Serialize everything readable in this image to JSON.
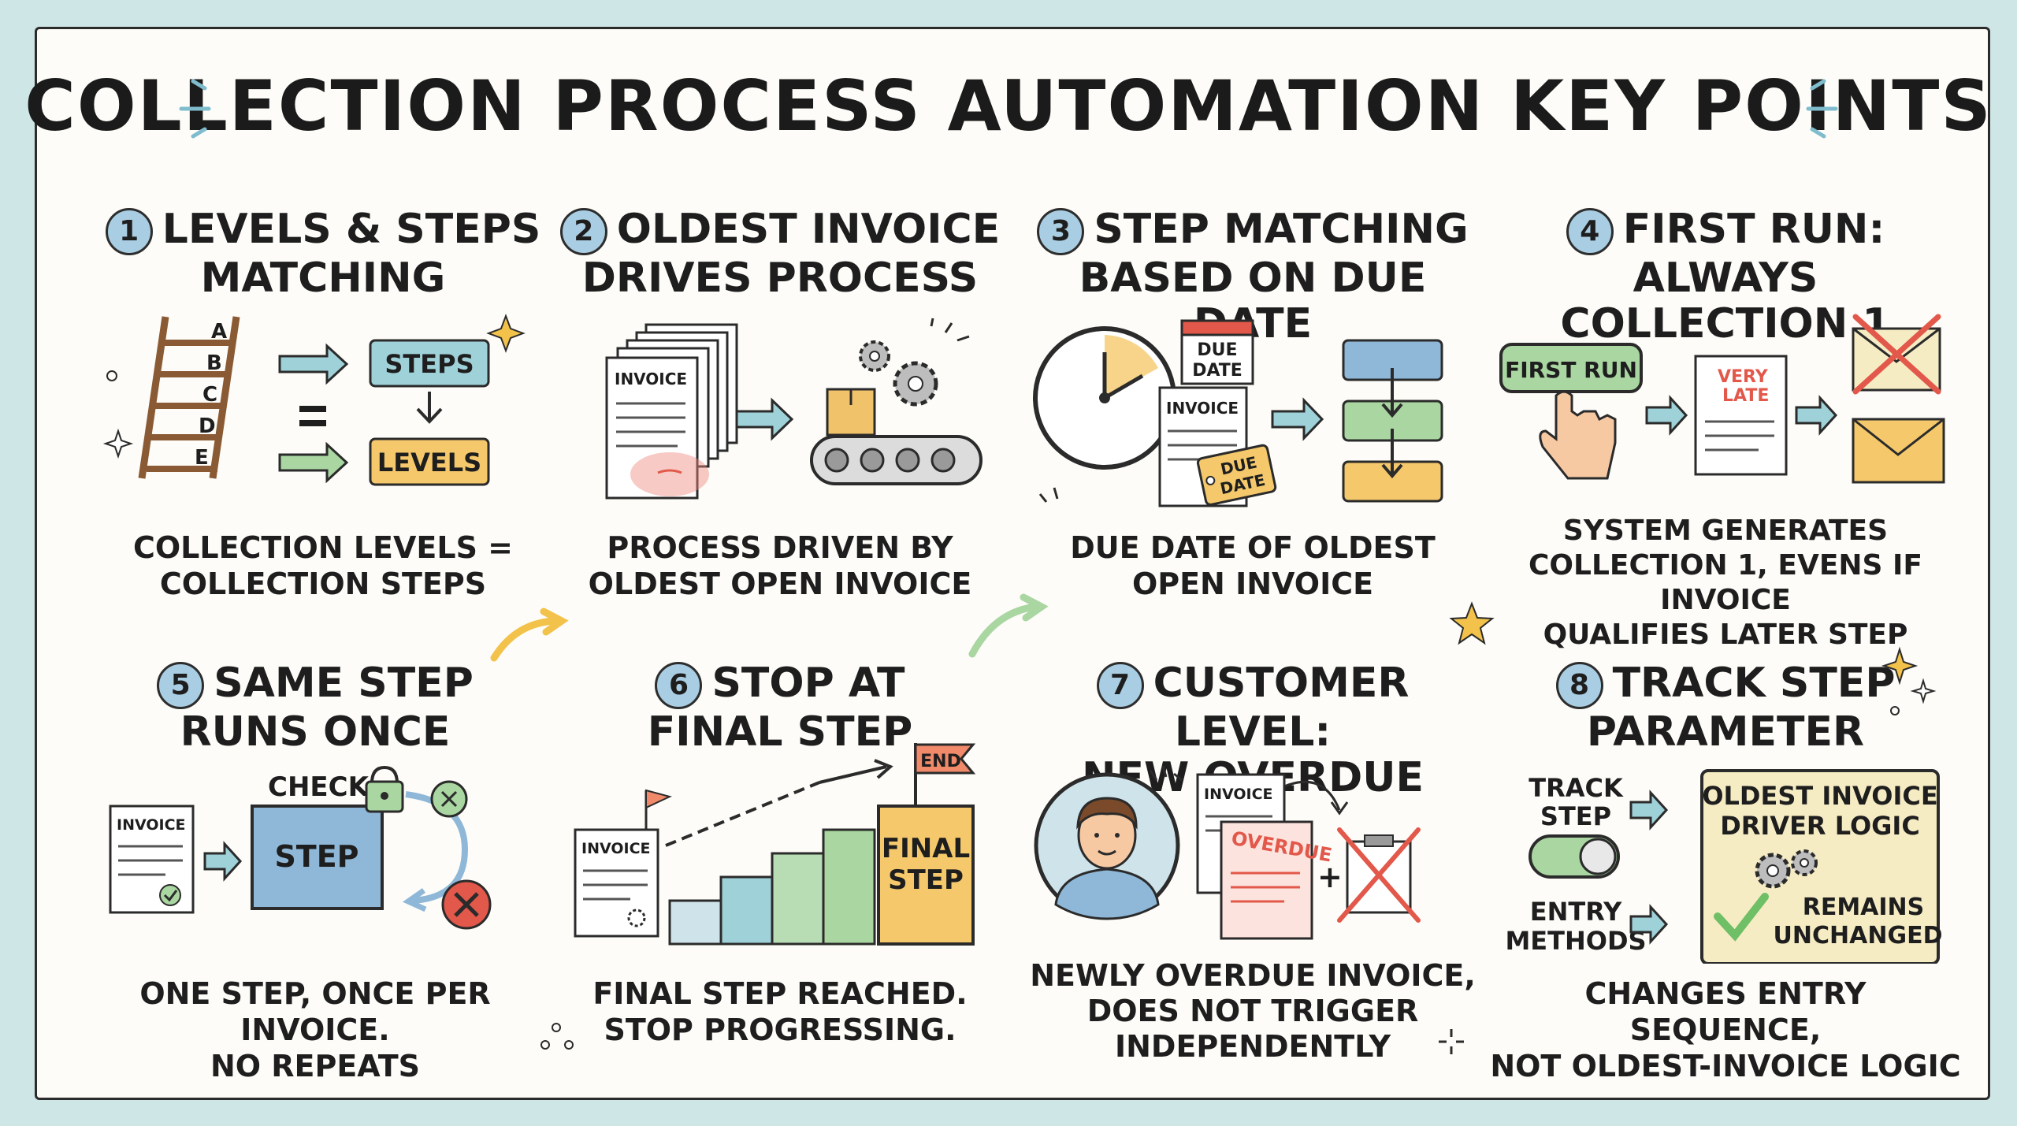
{
  "title": "COLLECTION PROCESS AUTOMATION KEY POINTS",
  "panels": [
    {
      "number": "1",
      "title_line1": "LEVELS & STEPS",
      "title_line2": "MATCHING",
      "caption_line1": "COLLECTION LEVELS =",
      "caption_line2": "COLLECTION STEPS",
      "ladder_labels": [
        "A",
        "B",
        "C",
        "D",
        "E"
      ],
      "box_steps": "STEPS",
      "box_levels": "LEVELS"
    },
    {
      "number": "2",
      "title_line1": "OLDEST INVOICE",
      "title_line2": "DRIVES PROCESS",
      "caption_line1": "PROCESS DRIVEN BY",
      "caption_line2": "OLDEST OPEN INVOICE",
      "invoice_label": "INVOICE"
    },
    {
      "number": "3",
      "title_line1": "STEP MATCHING",
      "title_line2": "BASED ON DUE DATE",
      "caption_line1": "DUE DATE OF OLDEST",
      "caption_line2": "OPEN INVOICE",
      "calendar_label_1": "DUE",
      "calendar_label_2": "DATE",
      "invoice_label": "INVOICE",
      "tag_label_1": "DUE",
      "tag_label_2": "DATE"
    },
    {
      "number": "4",
      "title_line1": "FIRST RUN: ALWAYS",
      "title_line2": "COLLECTION 1",
      "caption_line1": "SYSTEM GENERATES",
      "caption_line2": "COLLECTION 1, EVENS IF INVOICE",
      "caption_line3": "QUALIFIES LATER STEP",
      "button_label": "FIRST RUN",
      "doc_label_1": "VERY",
      "doc_label_2": "LATE"
    },
    {
      "number": "5",
      "title_line1": "SAME STEP",
      "title_line2": "RUNS ONCE",
      "caption_line1": "ONE STEP, ONCE PER INVOICE.",
      "caption_line2": "NO REPEATS",
      "check_label": "CHECK",
      "step_label": "STEP",
      "invoice_label": "INVOICE"
    },
    {
      "number": "6",
      "title_line1": "STOP AT",
      "title_line2": "FINAL STEP",
      "caption_line1": "FINAL STEP REACHED.",
      "caption_line2": "STOP PROGRESSING.",
      "invoice_label": "INVOICE",
      "final_label_1": "FINAL",
      "final_label_2": "STEP",
      "end_label": "END"
    },
    {
      "number": "7",
      "title_line1": "CUSTOMER LEVEL:",
      "title_line2": "NEW OVERDUE",
      "caption_line1": "NEWLY OVERDUE INVOICE,",
      "caption_line2": "DOES NOT TRIGGER",
      "caption_line3": "INDEPENDENTLY",
      "invoice_label": "INVOICE",
      "stamp_label": "OVERDUE"
    },
    {
      "number": "8",
      "title_line1": "TRACK STEP",
      "title_line2": "PARAMETER",
      "caption_line1": "CHANGES ENTRY SEQUENCE,",
      "caption_line2": "NOT OLDEST-INVOICE LOGIC",
      "track_label_1": "TRACK",
      "track_label_2": "STEP",
      "entry_label_1": "ENTRY",
      "entry_label_2": "METHODS",
      "box_line1": "OLDEST INVOICE",
      "box_line2": "DRIVER LOGIC",
      "remains_1": "REMAINS",
      "remains_2": "UNCHANGED"
    }
  ],
  "colors": {
    "teal_box": "#9fd1d9",
    "yellow_box": "#f5c96b",
    "green_box": "#a9d6a1",
    "blue_box": "#8fb8d8",
    "red_x": "#e2584a",
    "cream": "#f6ecc4",
    "number_circle": "#a9cde2"
  }
}
